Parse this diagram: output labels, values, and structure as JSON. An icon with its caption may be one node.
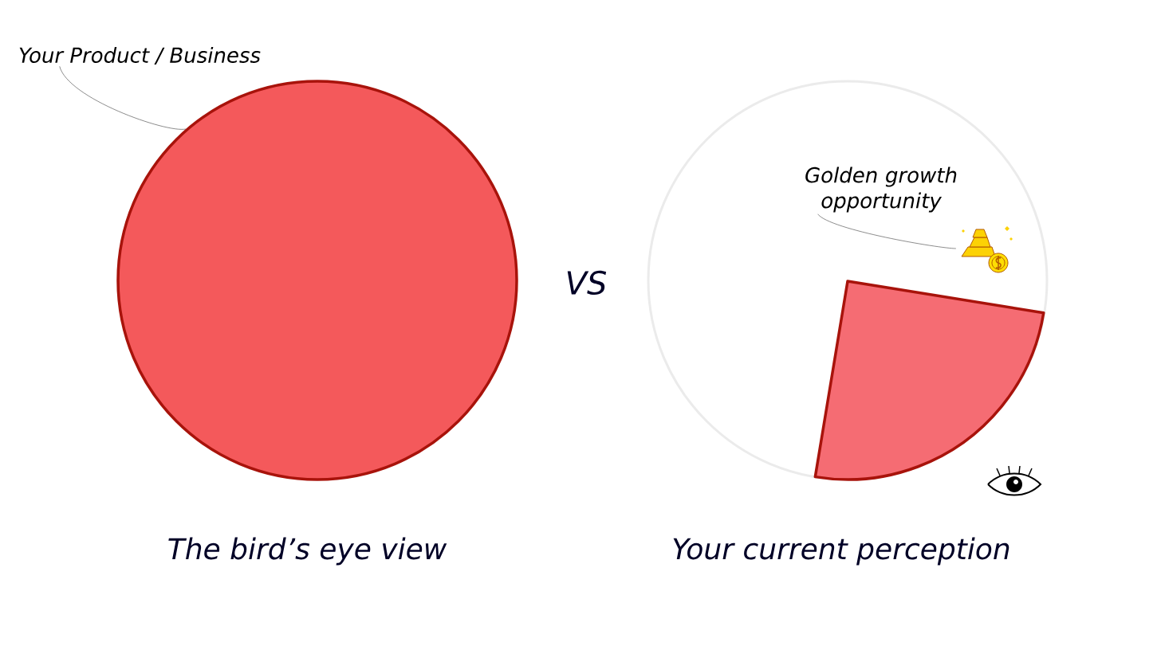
{
  "diagram": {
    "nodes": [
      {
        "text": [
          "Your Product / Business"
        ]
      },
      {
        "text": [],
        "shape": "circle"
      },
      {
        "text": [
          "Golden growth opportunity"
        ]
      },
      {
        "text": [],
        "shape": "picture"
      }
    ],
    "edges": [
      {
        "from": 0,
        "to": 1,
        "arrow": "none"
      },
      {
        "from": 2,
        "to": 3,
        "arrow": "none"
      }
    ],
    "labels": [
      "VS",
      "The bird’s eye view",
      "Your current perception"
    ]
  }
}
